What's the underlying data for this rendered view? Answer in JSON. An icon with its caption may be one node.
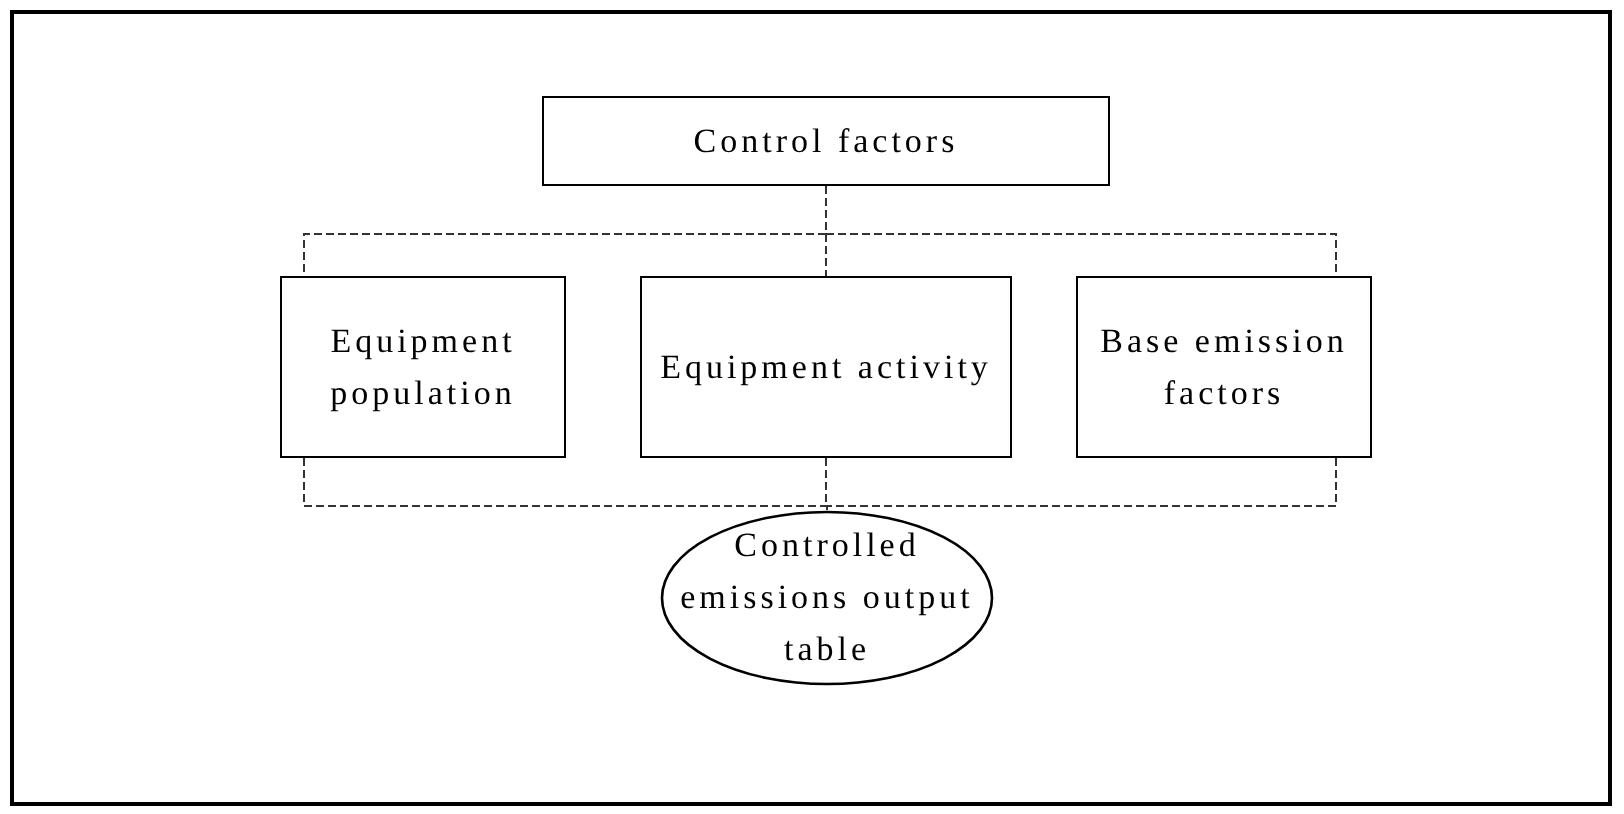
{
  "diagram": {
    "nodes": [
      {
        "text": [
          "Control factors"
        ]
      },
      {
        "text": [
          "Equipment population"
        ]
      },
      {
        "text": [
          "Equipment activity"
        ]
      },
      {
        "text": [
          "Base emission factors"
        ]
      },
      {
        "text": [
          "Controlled emissions output table"
        ]
      }
    ],
    "edges": [
      {
        "from": 0,
        "to": 1,
        "arrow": "none",
        "style": "dashed"
      },
      {
        "from": 0,
        "to": 2,
        "arrow": "none",
        "style": "dashed"
      },
      {
        "from": 0,
        "to": 3,
        "arrow": "none",
        "style": "dashed"
      },
      {
        "from": 1,
        "to": 4,
        "arrow": "none",
        "style": "dashed"
      },
      {
        "from": 2,
        "to": 4,
        "arrow": "none",
        "style": "dashed"
      },
      {
        "from": 3,
        "to": 4,
        "arrow": "none",
        "style": "dashed"
      }
    ]
  }
}
